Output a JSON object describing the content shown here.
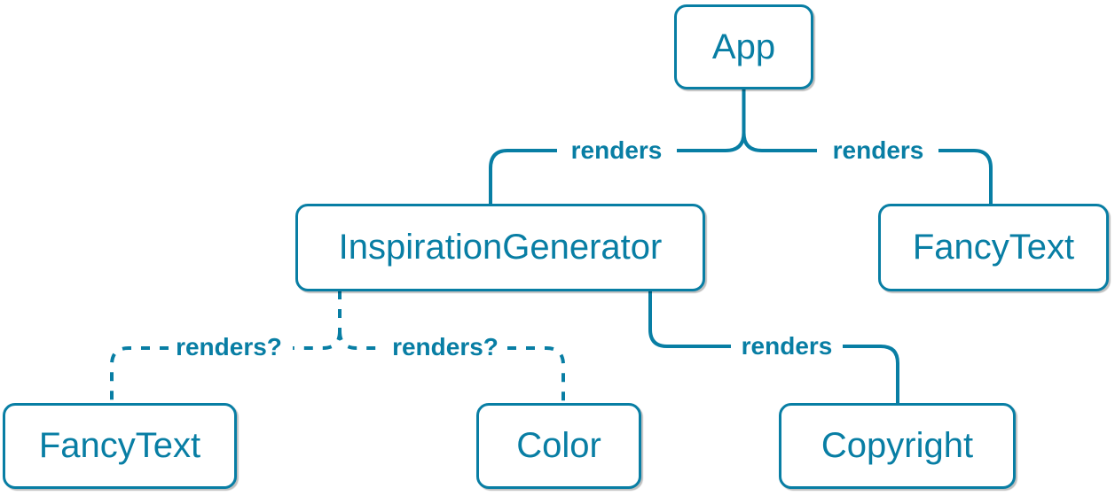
{
  "colors": {
    "accent": "#087ea4",
    "node_fill": "#ffffff",
    "shadow": "rgba(0,0,0,0.25)"
  },
  "nodes": {
    "app": {
      "label": "App"
    },
    "inspiration_generator": {
      "label": "InspirationGenerator"
    },
    "fancy_text_top": {
      "label": "FancyText"
    },
    "fancy_text_bottom": {
      "label": "FancyText"
    },
    "color": {
      "label": "Color"
    },
    "copyright": {
      "label": "Copyright"
    }
  },
  "edges": {
    "app_to_inspiration_generator": {
      "label": "renders",
      "style": "solid"
    },
    "app_to_fancy_text": {
      "label": "renders",
      "style": "solid"
    },
    "inspiration_generator_to_fancy_text": {
      "label": "renders?",
      "style": "dashed"
    },
    "inspiration_generator_to_color": {
      "label": "renders?",
      "style": "dashed"
    },
    "inspiration_generator_to_copyright": {
      "label": "renders",
      "style": "solid"
    }
  }
}
